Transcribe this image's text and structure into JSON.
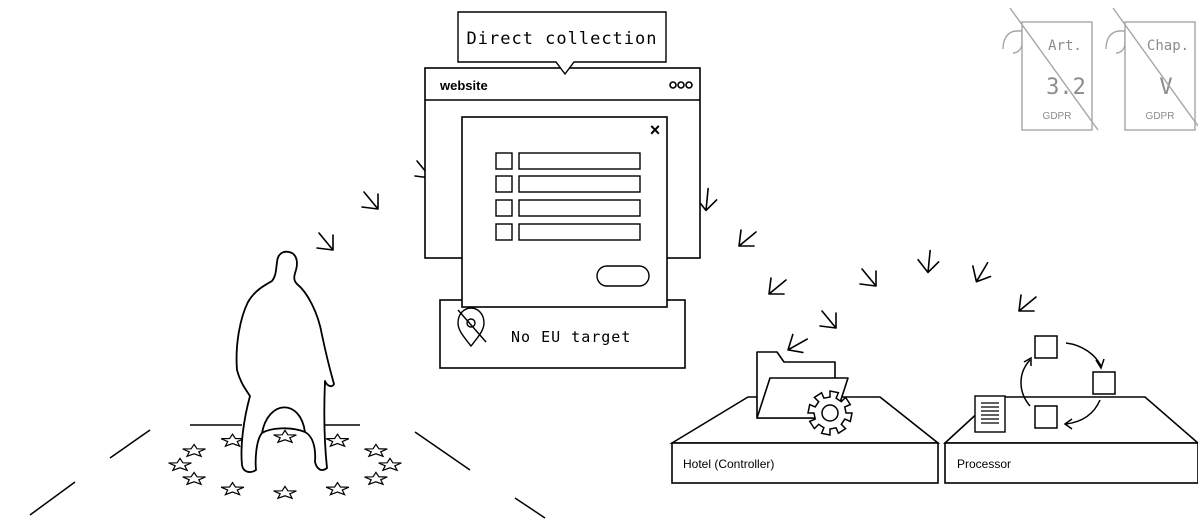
{
  "callout": {
    "text": "Direct collection"
  },
  "website_window": {
    "title": "website",
    "menu_glyph": "ooo",
    "close_glyph": "×",
    "icons": [
      "menu-dots-icon",
      "close-icon"
    ]
  },
  "geo_banner": {
    "icon": "location-off-icon",
    "text": "No EU target"
  },
  "hotel": {
    "label": "Hotel (Controller)",
    "icons": [
      "folder-icon",
      "gear-icon"
    ]
  },
  "processor": {
    "label": "Processor",
    "icons": [
      "document-icon",
      "cycle-arrows-icon"
    ]
  },
  "gdpr_tags": [
    {
      "top": "Art.",
      "middle": "3.2",
      "bottom": "GDPR",
      "state": "crossed-out"
    },
    {
      "top": "Chap.",
      "middle": "V",
      "bottom": "GDPR",
      "state": "crossed-out"
    }
  ],
  "person": {
    "icon": "person-silhouette-icon"
  },
  "eu_circle": {
    "icon": "eu-stars-icon",
    "star_count": 12
  },
  "colors": {
    "line": "#000000",
    "tag": "#a6a6a6",
    "tag_text": "#8c8c8c",
    "background": "#ffffff"
  }
}
